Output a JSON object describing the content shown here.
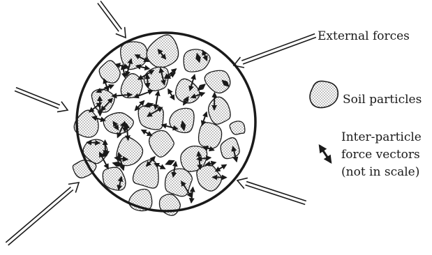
{
  "labels": {
    "external_forces": "External forces",
    "soil_particles": "Soil particles",
    "force_line1": "Inter-particle",
    "force_line2": "force vectors",
    "force_line3": "(not in scale)"
  },
  "colors": {
    "ink": "#1a1a1a",
    "particle_fill": "#c9c9c9",
    "background": "#ffffff"
  }
}
